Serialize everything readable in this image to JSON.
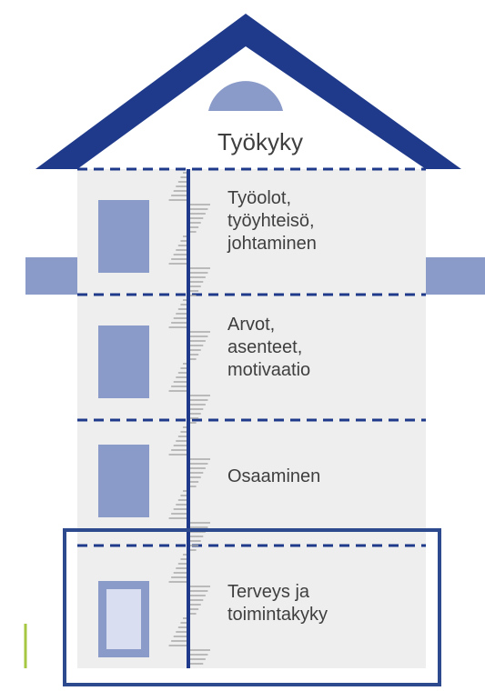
{
  "title": "Työkyky",
  "floors": [
    {
      "label": "Työolot,\ntyöyhteisö,\njohtaminen"
    },
    {
      "label": "Arvot,\nasenteet,\nmotivaatio"
    },
    {
      "label": "Osaaminen"
    },
    {
      "label": "Terveys ja\ntoimintakyky",
      "highlighted": true
    }
  ],
  "colors": {
    "roof": "#1f3a8a",
    "wall": "#eeeeee",
    "window": "#8a9bc9",
    "window_inner": "#d9dff0",
    "divider": "#1f3a8a",
    "spine": "#1f3a8a",
    "ticks": "#a8a8a8",
    "highlight_border": "#2d4a8f",
    "text": "#3f3f3f",
    "accent_line": "#a6c742"
  }
}
